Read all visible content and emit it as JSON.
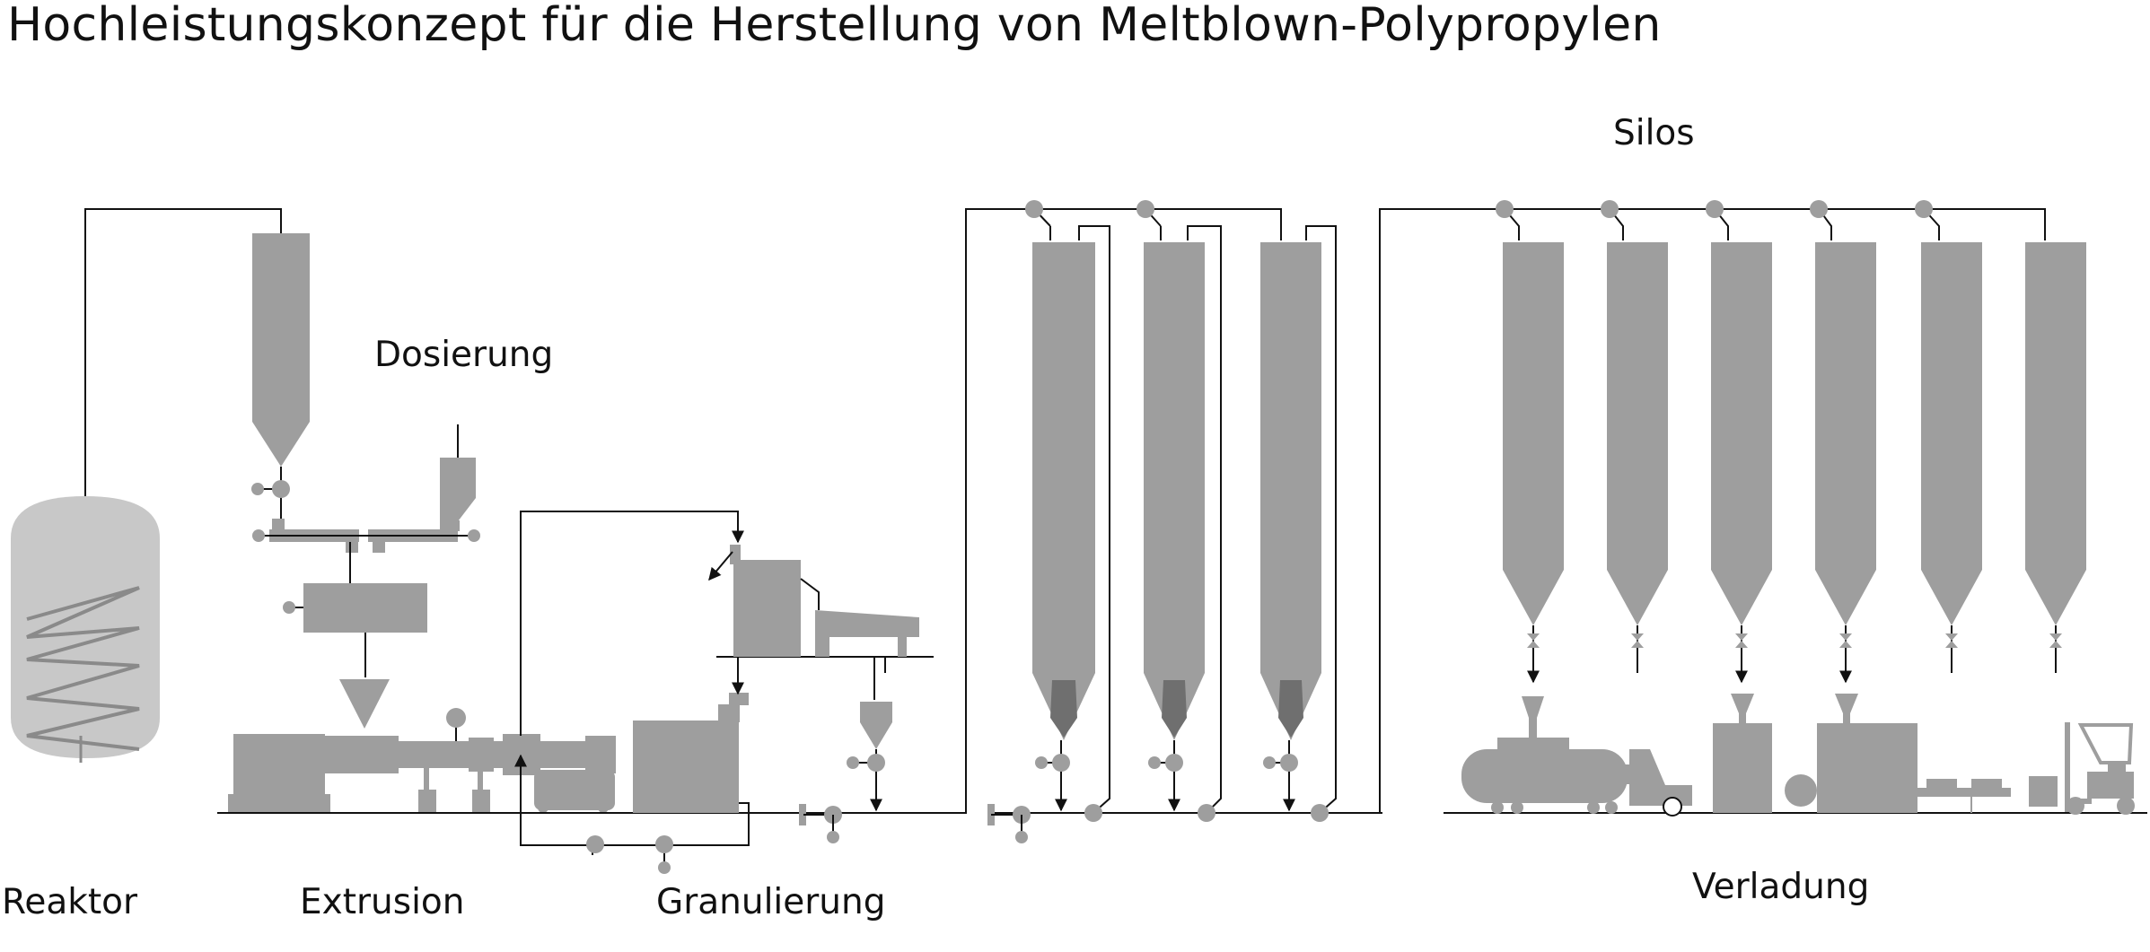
{
  "title": "Hochleistungskonzept für die Herstellung von Meltblown-Polypropylen",
  "labels": {
    "silos": "Silos",
    "dosierung": "Dosierung",
    "reaktor": "Reaktor",
    "extrusion": "Extrusion",
    "granulierung": "Granulierung",
    "verladung": "Verladung"
  },
  "colors": {
    "equipment": "#9e9e9e",
    "reactor": "#c8c8c8",
    "dark": "#6f6f6f",
    "line": "#111111"
  }
}
